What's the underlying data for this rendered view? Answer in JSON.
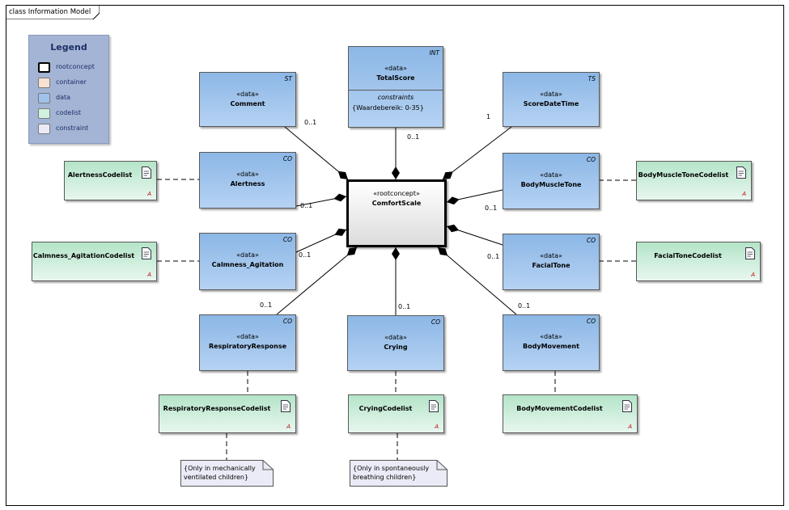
{
  "frame_title": "class Information Model",
  "legend": {
    "title": "Legend",
    "items": [
      {
        "label": "rootconcept",
        "color": "#ffffff"
      },
      {
        "label": "container",
        "color": "#f6e1d3"
      },
      {
        "label": "data",
        "color": "#9dc3ec"
      },
      {
        "label": "codelist",
        "color": "#d2f0de"
      },
      {
        "label": "constraint",
        "color": "#eceaf5"
      }
    ]
  },
  "root": {
    "stereotype": "«rootconcept»",
    "name": "ComfortScale"
  },
  "data_classes": {
    "comment": {
      "stereotype": "«data»",
      "name": "Comment",
      "type": "ST"
    },
    "totalscore": {
      "stereotype": "«data»",
      "name": "TotalScore",
      "type": "INT",
      "constraints_label": "constraints",
      "constraint": "{Waardebereik: 0-35}"
    },
    "scoredatetime": {
      "stereotype": "«data»",
      "name": "ScoreDateTime",
      "type": "TS"
    },
    "alertness": {
      "stereotype": "«data»",
      "name": "Alertness",
      "type": "CO"
    },
    "bodymuscletone": {
      "stereotype": "«data»",
      "name": "BodyMuscleTone",
      "type": "CO"
    },
    "calmness": {
      "stereotype": "«data»",
      "name": "Calmness_Agitation",
      "type": "CO"
    },
    "facialtone": {
      "stereotype": "«data»",
      "name": "FacialTone",
      "type": "CO"
    },
    "respiratory": {
      "stereotype": "«data»",
      "name": "RespiratoryResponse",
      "type": "CO"
    },
    "crying": {
      "stereotype": "«data»",
      "name": "Crying",
      "type": "CO"
    },
    "bodymovement": {
      "stereotype": "«data»",
      "name": "BodyMovement",
      "type": "CO"
    }
  },
  "codelists": {
    "alertness": {
      "name": "AlertnessCodelist",
      "marker": "A"
    },
    "bodymuscletone": {
      "name": "BodyMuscleToneCodelist",
      "marker": "A"
    },
    "calmness": {
      "name": "Calmness_AgitationCodelist",
      "marker": "A"
    },
    "facialtone": {
      "name": "FacialToneCodelist",
      "marker": "A"
    },
    "respiratory": {
      "name": "RespiratoryResponseCodelist",
      "marker": "A"
    },
    "crying": {
      "name": "CryingCodelist",
      "marker": "A"
    },
    "bodymovement": {
      "name": "BodyMovementCodelist",
      "marker": "A"
    }
  },
  "multiplicities": {
    "comment": "0..1",
    "totalscore": "0..1",
    "scoredatetime": "1",
    "alertness": "0..1",
    "bodymuscletone": "0..1",
    "calmness": "0..1",
    "facialtone": "0..1",
    "respiratory": "0..1",
    "crying": "0..1",
    "bodymovement": "0..1"
  },
  "notes": {
    "respiratory": {
      "line1": "{Only in mechanically",
      "line2": "ventilated children}"
    },
    "crying": {
      "line1": "{Only in spontaneously",
      "line2": "breathing children}"
    }
  }
}
